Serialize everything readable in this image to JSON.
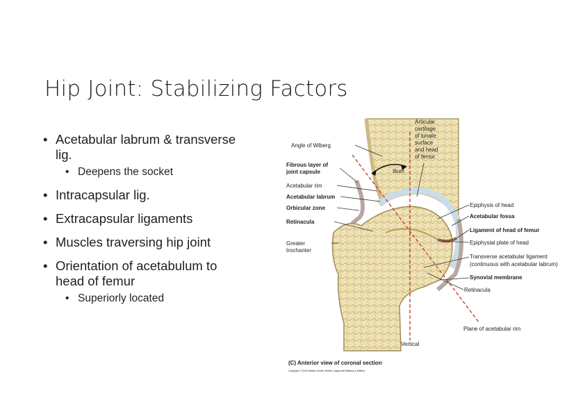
{
  "slide": {
    "title": "Hip Joint: Stabilizing Factors",
    "bullets": [
      {
        "text": "Acetabular labrum & transverse",
        "text_cont": "lig.",
        "sub": [
          "Deepens the socket"
        ]
      },
      {
        "text": "Intracapsular lig.",
        "sub": []
      },
      {
        "text": "Extracapsular ligaments",
        "sub": []
      },
      {
        "text": "Muscles traversing hip joint",
        "sub": []
      },
      {
        "text": "Orientation of acetabulum to",
        "text_cont": "head of femur",
        "sub": [
          "Superiorly located"
        ]
      }
    ],
    "bullet_glyph": "•"
  },
  "figure": {
    "labels": {
      "articular_cartilage": [
        "Articular",
        "cartilage",
        "of lunate",
        "surface",
        "and head",
        "of femur"
      ],
      "angle_of_wiberg": "Angle of Wiberg",
      "fibrous_layer": [
        "Fibrous layer of",
        "joint capsule"
      ],
      "ilium": "Ilium",
      "acetabular_rim": "Acetabular rim",
      "acetabular_labrum": "Acetabular labrum",
      "orbicular_zone": "Orbicular zone",
      "retinacula_left": "Retinacula",
      "greater_trochanter": [
        "Greater",
        "trochanter"
      ],
      "epiphysis_of_head": "Epiphysis of head",
      "acetabular_fossa": "Acetabular fossa",
      "ligament_of_head": "Ligament of head of femur",
      "epiphysial_plate": "Epiphysial plate of head",
      "transverse_lig": [
        "Transverse acetabular ligament",
        "(continuous with acetabular labrum)"
      ],
      "synovial_membrane": "Synovial membrane",
      "retinacula_right": "Retinacula",
      "plane_of_rim": "Plane of acetabular rim",
      "vertical": "Vertical",
      "caption": "(C) Anterior view of coronal section",
      "copyright": "Copyright © 2014 Wolters Kluwer Health | Lippincott Williams & Wilkins"
    },
    "colors": {
      "bone": "#efe3b6",
      "bone_dark": "#d9c58c",
      "cartilage": "#c9dde8",
      "capsule": "#b8a7a0",
      "dashed_line": "#c0392b",
      "label_line": "#333333"
    }
  }
}
